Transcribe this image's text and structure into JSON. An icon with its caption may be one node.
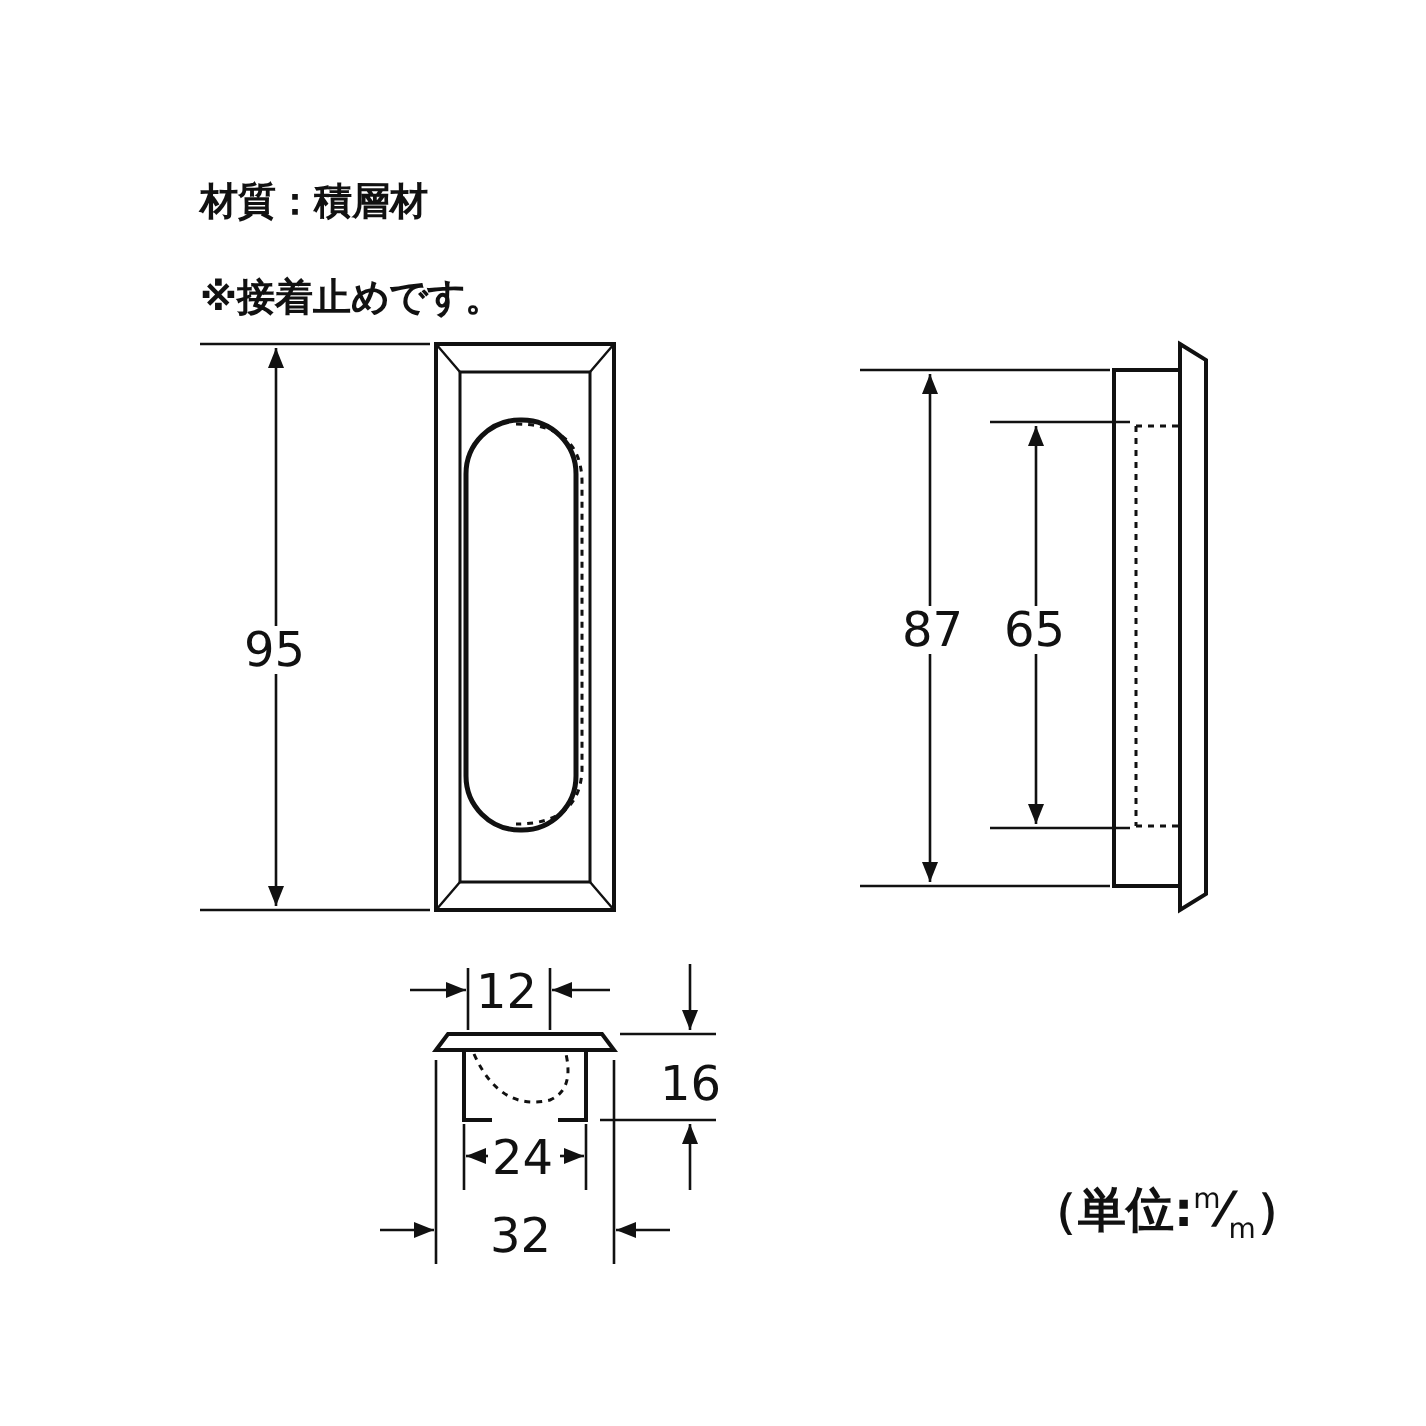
{
  "diagram": {
    "labels": [
      "材質：積層材",
      "※接着止めです。",
      "95",
      "87",
      "65",
      "12",
      "16",
      "24",
      "32",
      "（単位:$^{m}$⁄$_{m}$）"
    ]
  }
}
